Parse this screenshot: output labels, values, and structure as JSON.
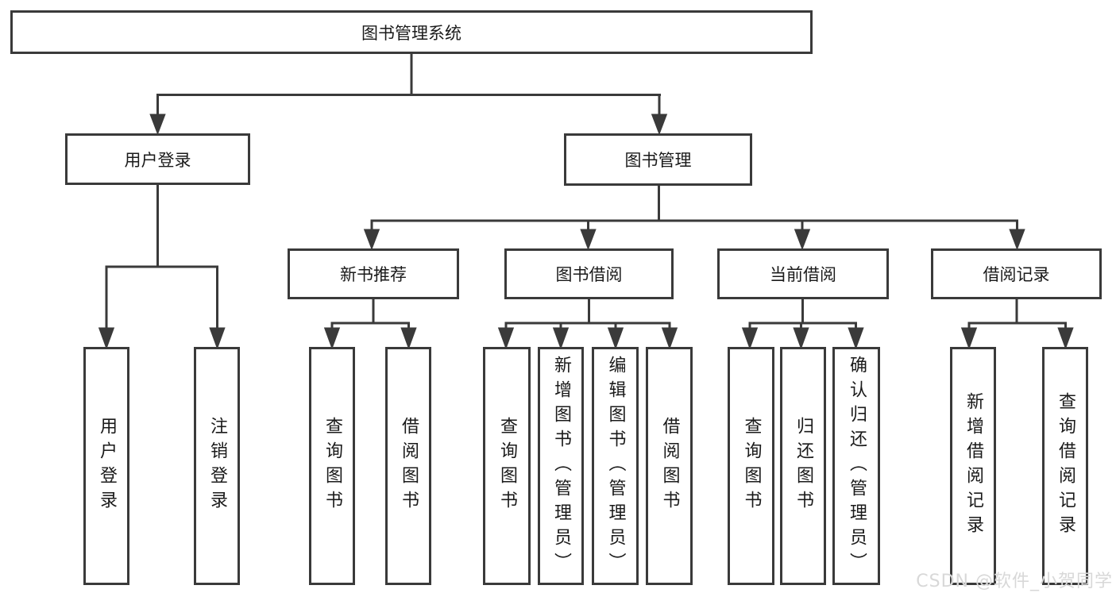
{
  "diagram": {
    "root": {
      "label": "图书管理系统"
    },
    "level2": [
      {
        "label": "用户登录"
      },
      {
        "label": "图书管理"
      }
    ],
    "level3": [
      {
        "label": "新书推荐"
      },
      {
        "label": "图书借阅"
      },
      {
        "label": "当前借阅"
      },
      {
        "label": "借阅记录"
      }
    ],
    "leaves": {
      "user": [
        "用户登录",
        "注销登录"
      ],
      "newbook": [
        "查询图书",
        "借阅图书"
      ],
      "borrow": [
        "查询图书",
        "新增图书（管理员）",
        "编辑图书（管理员）",
        "借阅图书"
      ],
      "current": [
        "查询图书",
        "归还图书",
        "确认归还（管理员）"
      ],
      "records": [
        "新增借阅记录",
        "查询借阅记录"
      ]
    },
    "colors": {
      "line": "#3a3a3a",
      "text": "#1a1a1a",
      "background": "#ffffff",
      "watermark_text": "#d8d8d8"
    }
  },
  "watermark": {
    "text": "CSDN @软件_小贺同学"
  }
}
